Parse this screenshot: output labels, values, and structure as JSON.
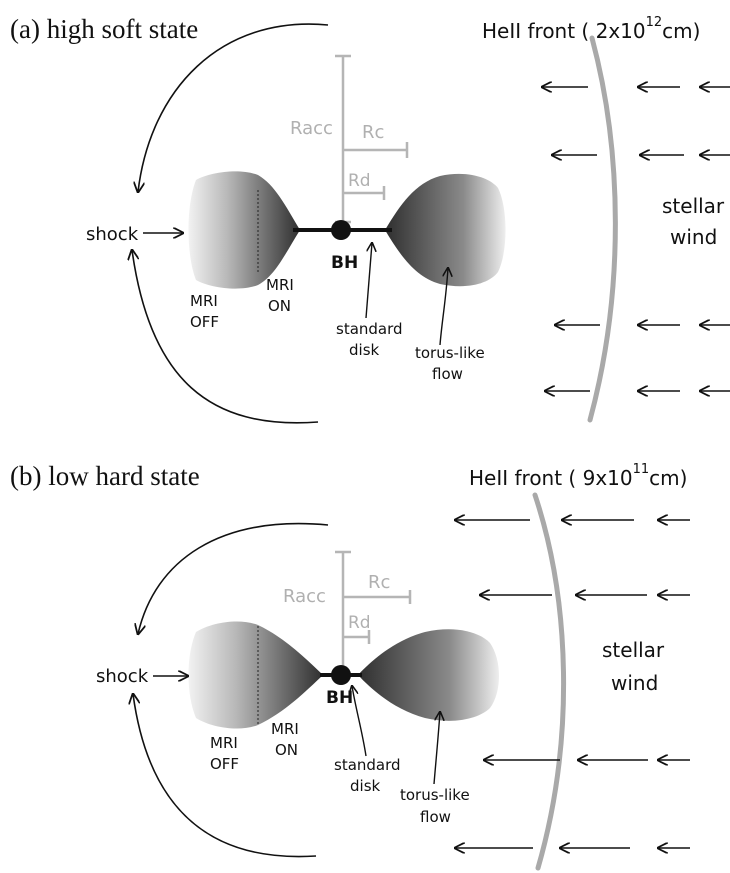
{
  "panels": {
    "a": {
      "title": "(a) high soft state",
      "front_prefix": "HeII front ( 2x10",
      "front_exponent": "12",
      "front_unit": "cm)",
      "labels": {
        "racc": "Racc",
        "rc": "Rc",
        "rd": "Rd",
        "shock": "shock",
        "bh": "BH",
        "mri_off_1": "MRI",
        "mri_off_2": "OFF",
        "mri_on_1": "MRI",
        "mri_on_2": "ON",
        "disk_1": "standard",
        "disk_2": "disk",
        "torus_1": "torus-like",
        "torus_2": "flow",
        "wind_1": "stellar",
        "wind_2": "wind"
      }
    },
    "b": {
      "title": "(b) low hard state",
      "front_prefix": "HeII front (  9x10",
      "front_exponent": "11",
      "front_unit": "cm)",
      "labels": {
        "racc": "Racc",
        "rc": "Rc",
        "rd": "Rd",
        "shock": "shock",
        "bh": "BH",
        "mri_off_1": "MRI",
        "mri_off_2": "OFF",
        "mri_on_1": "MRI",
        "mri_on_2": "ON",
        "disk_1": "standard",
        "disk_2": "disk",
        "torus_1": "torus-like",
        "torus_2": "flow",
        "wind_1": "stellar",
        "wind_2": "wind"
      }
    }
  },
  "colors": {
    "ink": "#111111",
    "gray_guides": "#b5b5b5",
    "front_gray": "#a9a9a9",
    "lobe_dark": "#3a3a3a",
    "lobe_light": "#f0f0f0"
  }
}
